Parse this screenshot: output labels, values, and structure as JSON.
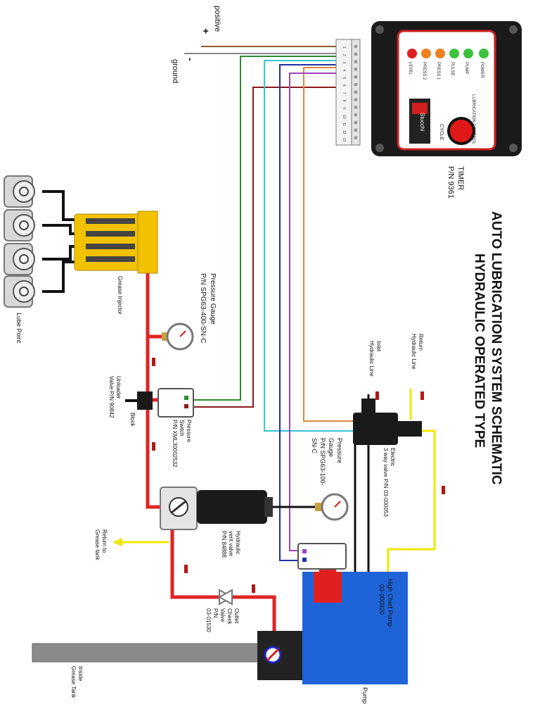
{
  "title": "AUTO LUBRICATION SYSTEM SCHEMATIC",
  "subtitle": "HYDRAULIC OPERATED TYPE",
  "power": {
    "positive_label": "positive",
    "positive_sign": "+",
    "ground_label": "ground",
    "ground_sign": "-"
  },
  "timer": {
    "label": "TIMER",
    "part_number": "P/N 9361",
    "leds": [
      "POWER",
      "PUMP",
      "PULSE",
      "PRESS 1",
      "PRESS 2",
      "LEVEL"
    ],
    "panel_title": "LUBRICATION CONTROL",
    "cycle_label": "CYCLE",
    "brand": "Stucchi",
    "terminals": [
      "1",
      "2",
      "3",
      "4",
      "5",
      "6",
      "7",
      "8",
      "9",
      "10",
      "11",
      "12",
      "13"
    ]
  },
  "components": {
    "lube_point": "Lube Point",
    "grease_injector": "Grease Injector",
    "pressure_gauge_top": [
      "Pressure Gauge",
      "P/N SPG63-400-SN-C"
    ],
    "unloader_valve": [
      "Unloader",
      "Valve P/N 90842"
    ],
    "block": "Block",
    "pressure_switch": [
      "Pressure",
      "Switch",
      "P/N XML30002532"
    ],
    "hydraulic_vent_valve": [
      "Hydraulic",
      "vent valve",
      "P/N 84888"
    ],
    "return_to_tank": [
      "Return to",
      "Grease tank"
    ],
    "outlet_check_valve": [
      "Outlet",
      "Check",
      "Valve",
      "P/N",
      "03-01530"
    ],
    "inside_grease_tank": [
      "Inside",
      "Grease Tank"
    ],
    "pump_label": "Pump",
    "high_chief_pump": [
      "High Chief Pump",
      "03-000920"
    ],
    "pressure_gauge_mid": [
      "Pressure",
      "Gauge",
      "P/N SPG63-100-",
      "SN-C"
    ],
    "electric_valve": [
      "Electric",
      "3 way valve  P/N 03-000053"
    ],
    "inlet_hydraulic": [
      "Inlet",
      "Hydraulic Line"
    ],
    "return_hydraulic": [
      "Return",
      "Hydraulic Line"
    ]
  },
  "colors": {
    "grease_line": "#e02424",
    "hydraulic_line": "#f2e600",
    "wire_brown": "#8b5a2b",
    "wire_green": "#2f8a2f",
    "wire_cyan": "#35c6d6",
    "wire_blue": "#2030a0",
    "wire_orange": "#e08840",
    "wire_purple": "#a040c0",
    "wire_maroon": "#8a1a1a",
    "pump_blue": "#1e64d8",
    "injector_yellow": "#f2c200"
  }
}
